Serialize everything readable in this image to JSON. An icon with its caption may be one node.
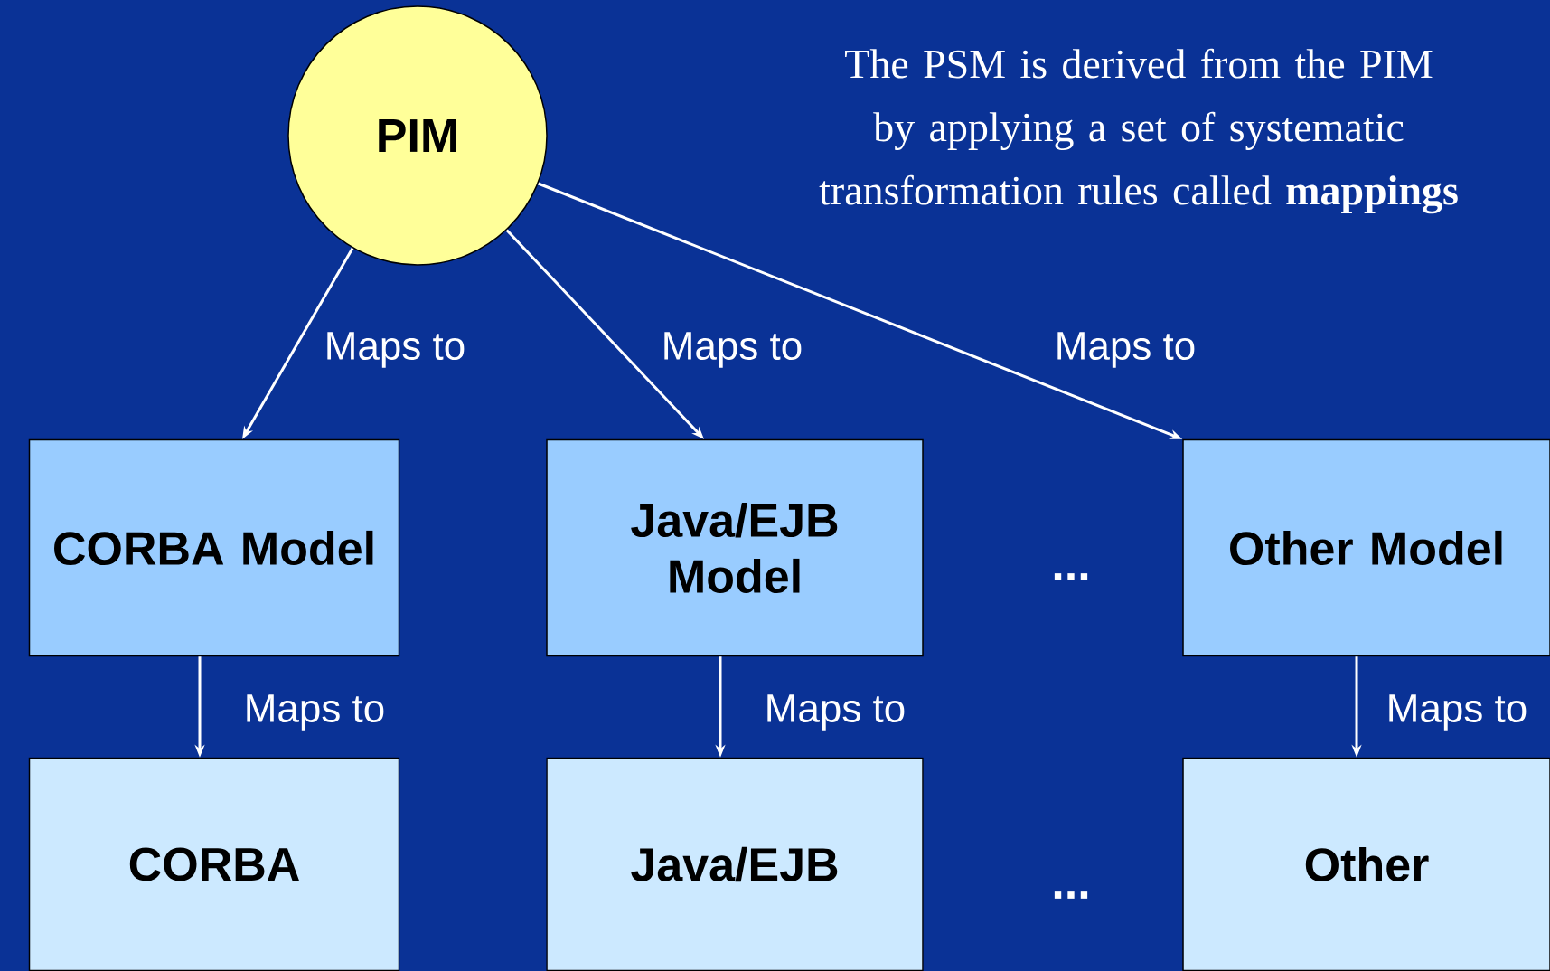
{
  "diagram": {
    "nodes": [
      {
        "text": [
          "PIM"
        ]
      },
      {
        "text": [
          "CORBA Model"
        ]
      },
      {
        "text": [
          "Java/EJB Model"
        ]
      },
      {
        "text": [
          "Other Model"
        ]
      },
      {
        "text": [
          "CORBA"
        ]
      },
      {
        "text": [
          "Java/EJB"
        ]
      },
      {
        "text": [
          "Other"
        ]
      }
    ],
    "edges": [
      {
        "from": 0,
        "to": 1,
        "arrow": "to",
        "label": "Maps to"
      },
      {
        "from": 0,
        "to": 2,
        "arrow": "to",
        "label": "Maps to"
      },
      {
        "from": 0,
        "to": 3,
        "arrow": "to",
        "label": "Maps to"
      },
      {
        "from": 1,
        "to": 4,
        "arrow": "to",
        "label": "Maps to"
      },
      {
        "from": 2,
        "to": 5,
        "arrow": "to",
        "label": "Maps to"
      },
      {
        "from": 3,
        "to": 6,
        "arrow": "to",
        "label": "Maps to"
      }
    ],
    "labels": [
      "The PSM is derived from the PIM by applying a set of systematic transformation rules called **mappings**",
      "...",
      "..."
    ]
  }
}
